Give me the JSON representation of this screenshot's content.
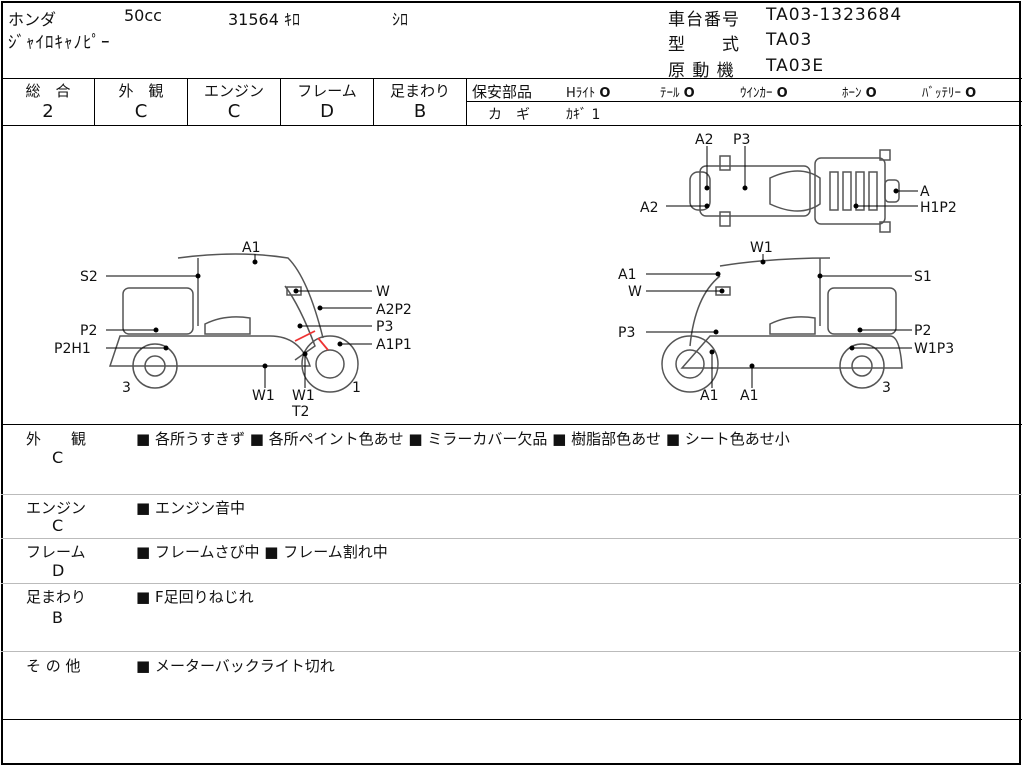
{
  "header": {
    "maker": "ホンダ",
    "displacement": "50cc",
    "mileage": "31564 ｷﾛ",
    "color": "ｼﾛ",
    "model_name": "ｼﾞｬｲﾛｷｬﾉﾋﾟｰ",
    "chassis_label": "車台番号",
    "chassis_value": "TA03-1323684",
    "type_label": "型　　式",
    "type_value": "TA03",
    "engine_label": "原 動 機",
    "engine_value": "TA03E"
  },
  "grades": [
    {
      "label": "総　合",
      "value": "2"
    },
    {
      "label": "外　観",
      "value": "C"
    },
    {
      "label": "エンジン",
      "value": "C"
    },
    {
      "label": "フレーム",
      "value": "D"
    },
    {
      "label": "足まわり",
      "value": "B"
    }
  ],
  "safety": {
    "label": "保安部品",
    "items": [
      {
        "name": "Hﾗｲﾄ",
        "mark": "O"
      },
      {
        "name": "ﾃｰﾙ",
        "mark": "O"
      },
      {
        "name": "ｳｲﾝｶｰ",
        "mark": "O"
      },
      {
        "name": "ﾎｰﾝ",
        "mark": "O"
      },
      {
        "name": "ﾊﾞｯﾃﾘｰ",
        "mark": "O"
      }
    ],
    "key_label": "カ　ギ",
    "key_value": "ｶｷﾞ 1"
  },
  "diagram": {
    "top_labels": {
      "a2_top": "A2",
      "p3_top": "P3",
      "a2_left": "A2",
      "a_right": "A",
      "h1p2": "H1P2"
    },
    "left_labels": {
      "a1": "A1",
      "s2": "S2",
      "w": "W",
      "a2p2": "A2P2",
      "p3": "P3",
      "p2": "P2",
      "a1p1": "A1P1",
      "p2h1": "P2H1",
      "three": "3",
      "one": "1",
      "w1a": "W1",
      "w1b": "W1",
      "t2": "T2"
    },
    "right_labels": {
      "w1": "W1",
      "a1": "A1",
      "s1": "S1",
      "w": "W",
      "p3": "P3",
      "p2": "P2",
      "w1p3": "W1P3",
      "three": "3",
      "a1b": "A1",
      "a1c": "A1"
    }
  },
  "sections": [
    {
      "title": "外　　観",
      "grade": "C",
      "text": "■ 各所うすきず ■ 各所ペイント色あせ ■ ミラーカバー欠品 ■ 樹脂部色あせ ■ シート色あせ小"
    },
    {
      "title": "エンジン",
      "grade": "C",
      "text": "■ エンジン音中"
    },
    {
      "title": "フレーム",
      "grade": "D",
      "text": "■ フレームさび中 ■ フレーム割れ中"
    },
    {
      "title": "足まわり",
      "grade": "B",
      "text": "■ F足回りねじれ"
    },
    {
      "title": "そ の 他",
      "grade": "",
      "text": "■ メーターバックライト切れ"
    }
  ]
}
